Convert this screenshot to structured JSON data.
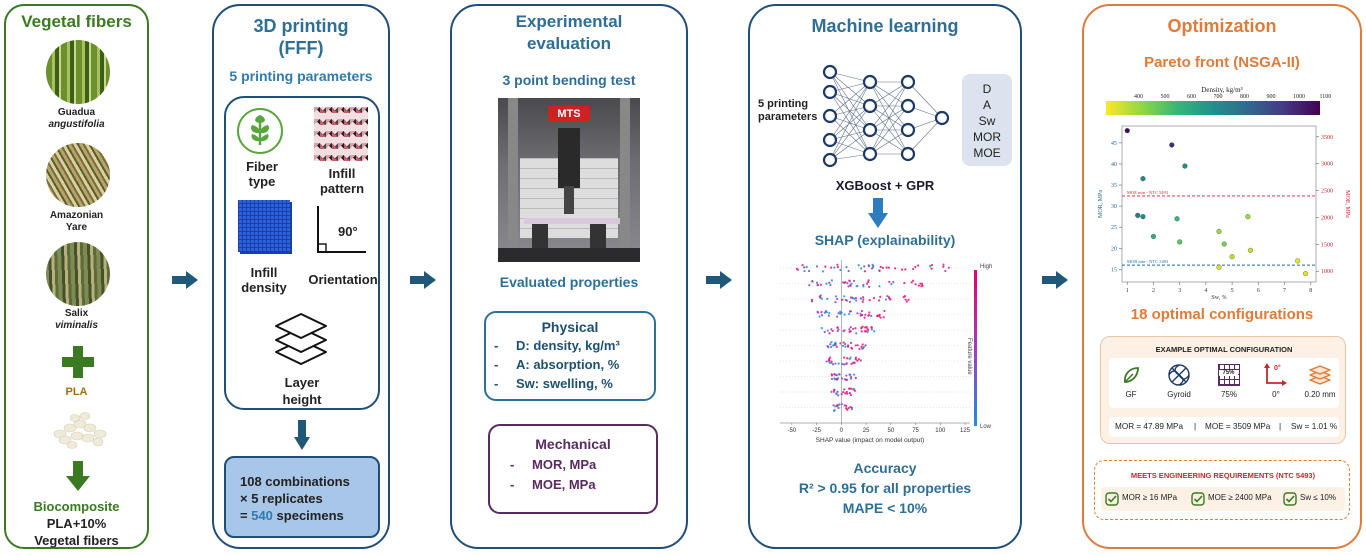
{
  "colors": {
    "green": "#3b7a22",
    "blue_border": "#1f4e79",
    "orange": "#e07b39",
    "accent_blue": "#2e6f97",
    "purple": "#5a2a63"
  },
  "col1": {
    "title": "Vegetal fibers",
    "fibers": [
      {
        "name": "Guadua",
        "species": "angustifolia"
      },
      {
        "name": "Amazonian",
        "species": "Yare"
      },
      {
        "name": "Salix",
        "species": "viminalis"
      }
    ],
    "pla": "PLA",
    "result_title": "Biocomposite",
    "result_line1": "PLA+10%",
    "result_line2": "Vegetal fibers"
  },
  "col2": {
    "title1": "3D printing",
    "title2": "(FFF)",
    "subtitle": "5 printing parameters",
    "fiber_type": "Fiber type",
    "infill_pattern": "Infill pattern",
    "angle": "90°",
    "infill_density": "Infill density",
    "orientation": "Orientation",
    "layer_height": "Layer height",
    "combos_line1": "108 combinations",
    "combos_line2": "× 5 replicates",
    "combos_eq": "=",
    "combos_num": "540",
    "combos_unit": "specimens"
  },
  "col3": {
    "title1": "Experimental",
    "title2": "evaluation",
    "test": "3 point bending test",
    "machine_logo": "MTS",
    "evaluated": "Evaluated properties",
    "physical": {
      "title": "Physical",
      "items": [
        "D: density, kg/m³",
        "A: absorption, %",
        "Sw: swelling, %"
      ]
    },
    "mechanical": {
      "title": "Mechanical",
      "items": [
        "MOR, MPa",
        "MOE, MPa"
      ]
    }
  },
  "col4": {
    "title": "Machine learning",
    "input_label": "5 printing parameters",
    "outputs": [
      "D",
      "A",
      "Sw",
      "MOR",
      "MOE"
    ],
    "model": "XGBoost + GPR",
    "shap": "SHAP (explainability)",
    "shap_plot": {
      "high": "High",
      "low": "Low",
      "feature_value": "Feature value",
      "xlabel": "SHAP value (impact on model output)",
      "ticks": [
        "-50",
        "-25",
        "0",
        "25",
        "50",
        "75",
        "100",
        "125"
      ]
    },
    "accuracy": "Accuracy",
    "r2": "R² > 0.95 for all properties",
    "mape": "MAPE < 10%"
  },
  "col5": {
    "title": "Optimization",
    "pareto": "Pareto front (NSGA-II)",
    "colorbar_title": "Density, kg/m³",
    "colorbar_ticks": [
      "400",
      "500",
      "600",
      "700",
      "800",
      "900",
      "1000",
      "1100"
    ],
    "optimal": "18 optimal configurations",
    "example_title": "EXAMPLE OPTIMAL CONFIGURATION",
    "example_items": [
      "GF",
      "Gyroid",
      "75%",
      "0°",
      "0.20 mm"
    ],
    "grid_value": "75%",
    "orientation_value": "0°",
    "results": [
      "MOR = 47.89 MPa",
      "|",
      "MOE = 3509 MPa",
      "|",
      "Sw = 1.01 %"
    ],
    "meets": "MEETS ENGINEERING REQUIREMENTS (NTC 5493)",
    "checks": [
      "MOR ≥ 16 MPa",
      "MOE ≥ 2400 MPa",
      "Sw ≤ 10%"
    ]
  },
  "chart_data": {
    "type": "scatter",
    "xlabel": "Sw, %",
    "ylabel": "MOR, MPa",
    "y2label": "MOE, MPa",
    "xlim": [
      0.8,
      8.2
    ],
    "ylim": [
      12,
      49
    ],
    "y2lim": [
      800,
      3700
    ],
    "x_ticks": [
      1,
      2,
      3,
      4,
      5,
      6,
      7,
      8
    ],
    "y_ticks": [
      15,
      20,
      25,
      30,
      35,
      40,
      45
    ],
    "y2_ticks": [
      1000,
      1500,
      2000,
      2500,
      3000,
      3500
    ],
    "reference_lines": [
      {
        "label": "MOE min - NTC 5493",
        "axis": "y2",
        "value": 2400
      },
      {
        "label": "MOR min - NTC 5493",
        "axis": "y",
        "value": 16
      }
    ],
    "points": [
      {
        "x": 1.0,
        "y": 47.9,
        "density": 1120
      },
      {
        "x": 1.6,
        "y": 36.5,
        "density": 780
      },
      {
        "x": 2.7,
        "y": 44.5,
        "density": 1050
      },
      {
        "x": 3.2,
        "y": 39.5,
        "density": 760
      },
      {
        "x": 1.4,
        "y": 27.8,
        "density": 820
      },
      {
        "x": 1.6,
        "y": 27.5,
        "density": 760
      },
      {
        "x": 2.0,
        "y": 22.8,
        "density": 650
      },
      {
        "x": 2.9,
        "y": 27.0,
        "density": 620
      },
      {
        "x": 3.0,
        "y": 21.5,
        "density": 560
      },
      {
        "x": 4.5,
        "y": 24.0,
        "density": 480
      },
      {
        "x": 4.7,
        "y": 21.0,
        "density": 520
      },
      {
        "x": 5.0,
        "y": 18.0,
        "density": 430
      },
      {
        "x": 5.6,
        "y": 27.5,
        "density": 470
      },
      {
        "x": 5.7,
        "y": 19.5,
        "density": 420
      },
      {
        "x": 4.5,
        "y": 15.5,
        "density": 400
      },
      {
        "x": 7.5,
        "y": 17.0,
        "density": 380
      },
      {
        "x": 7.8,
        "y": 14.0,
        "density": 380
      }
    ]
  }
}
